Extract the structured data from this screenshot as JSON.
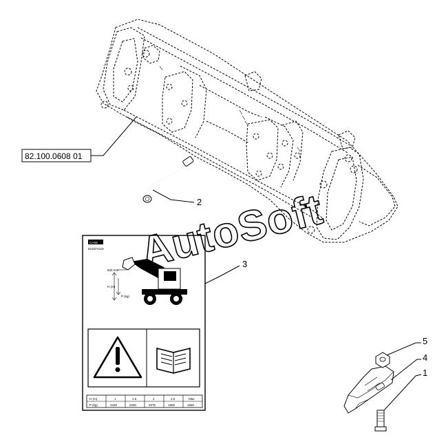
{
  "reference_label": "82.100.0608 01",
  "callouts": {
    "c1": "1",
    "c2": "2",
    "c3": "3",
    "c4": "4",
    "c5": "5"
  },
  "watermark": "AutoSoft",
  "decal": {
    "brand": "CASE",
    "model": "621D/721D",
    "dim_label": "500 mm",
    "height_label": "H (m)",
    "load_label": "P (kg)",
    "table": {
      "row_h_label": "H (m)",
      "row_p_label": "P (kg)",
      "h_values": [
        "1",
        "1.5",
        "2",
        "2.5",
        "Max"
      ],
      "p_values": [
        "2425",
        "2250",
        "2075",
        "1905",
        "1660"
      ]
    }
  }
}
